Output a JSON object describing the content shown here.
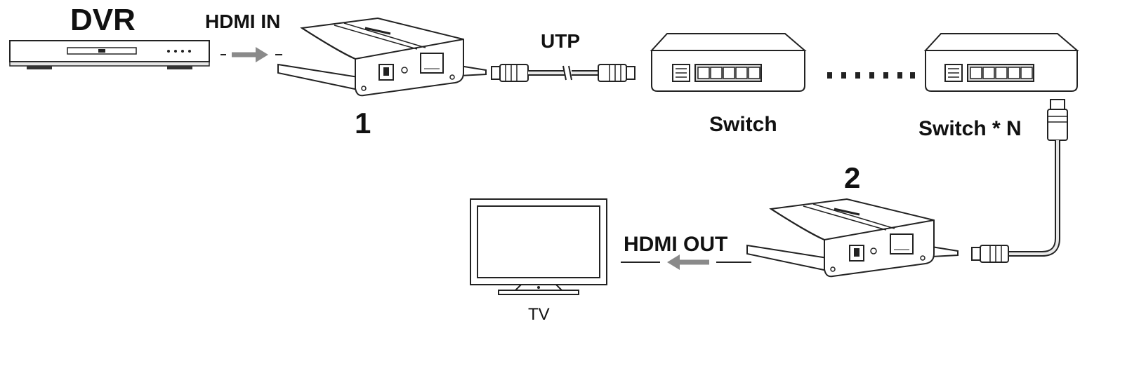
{
  "labels": {
    "dvr": "DVR",
    "hdmi_in": "HDMI IN",
    "utp": "UTP",
    "num1": "1",
    "num2": "2",
    "switch": "Switch",
    "switch_n": "Switch * N",
    "hdmi_out": "HDMI OUT",
    "tv": "TV"
  },
  "colors": {
    "line": "#222222",
    "body_fill": "#ffffff",
    "arrow": "#8a8a8a",
    "port_fill": "#d9d9d9",
    "screen_fill": "#ffffff"
  }
}
